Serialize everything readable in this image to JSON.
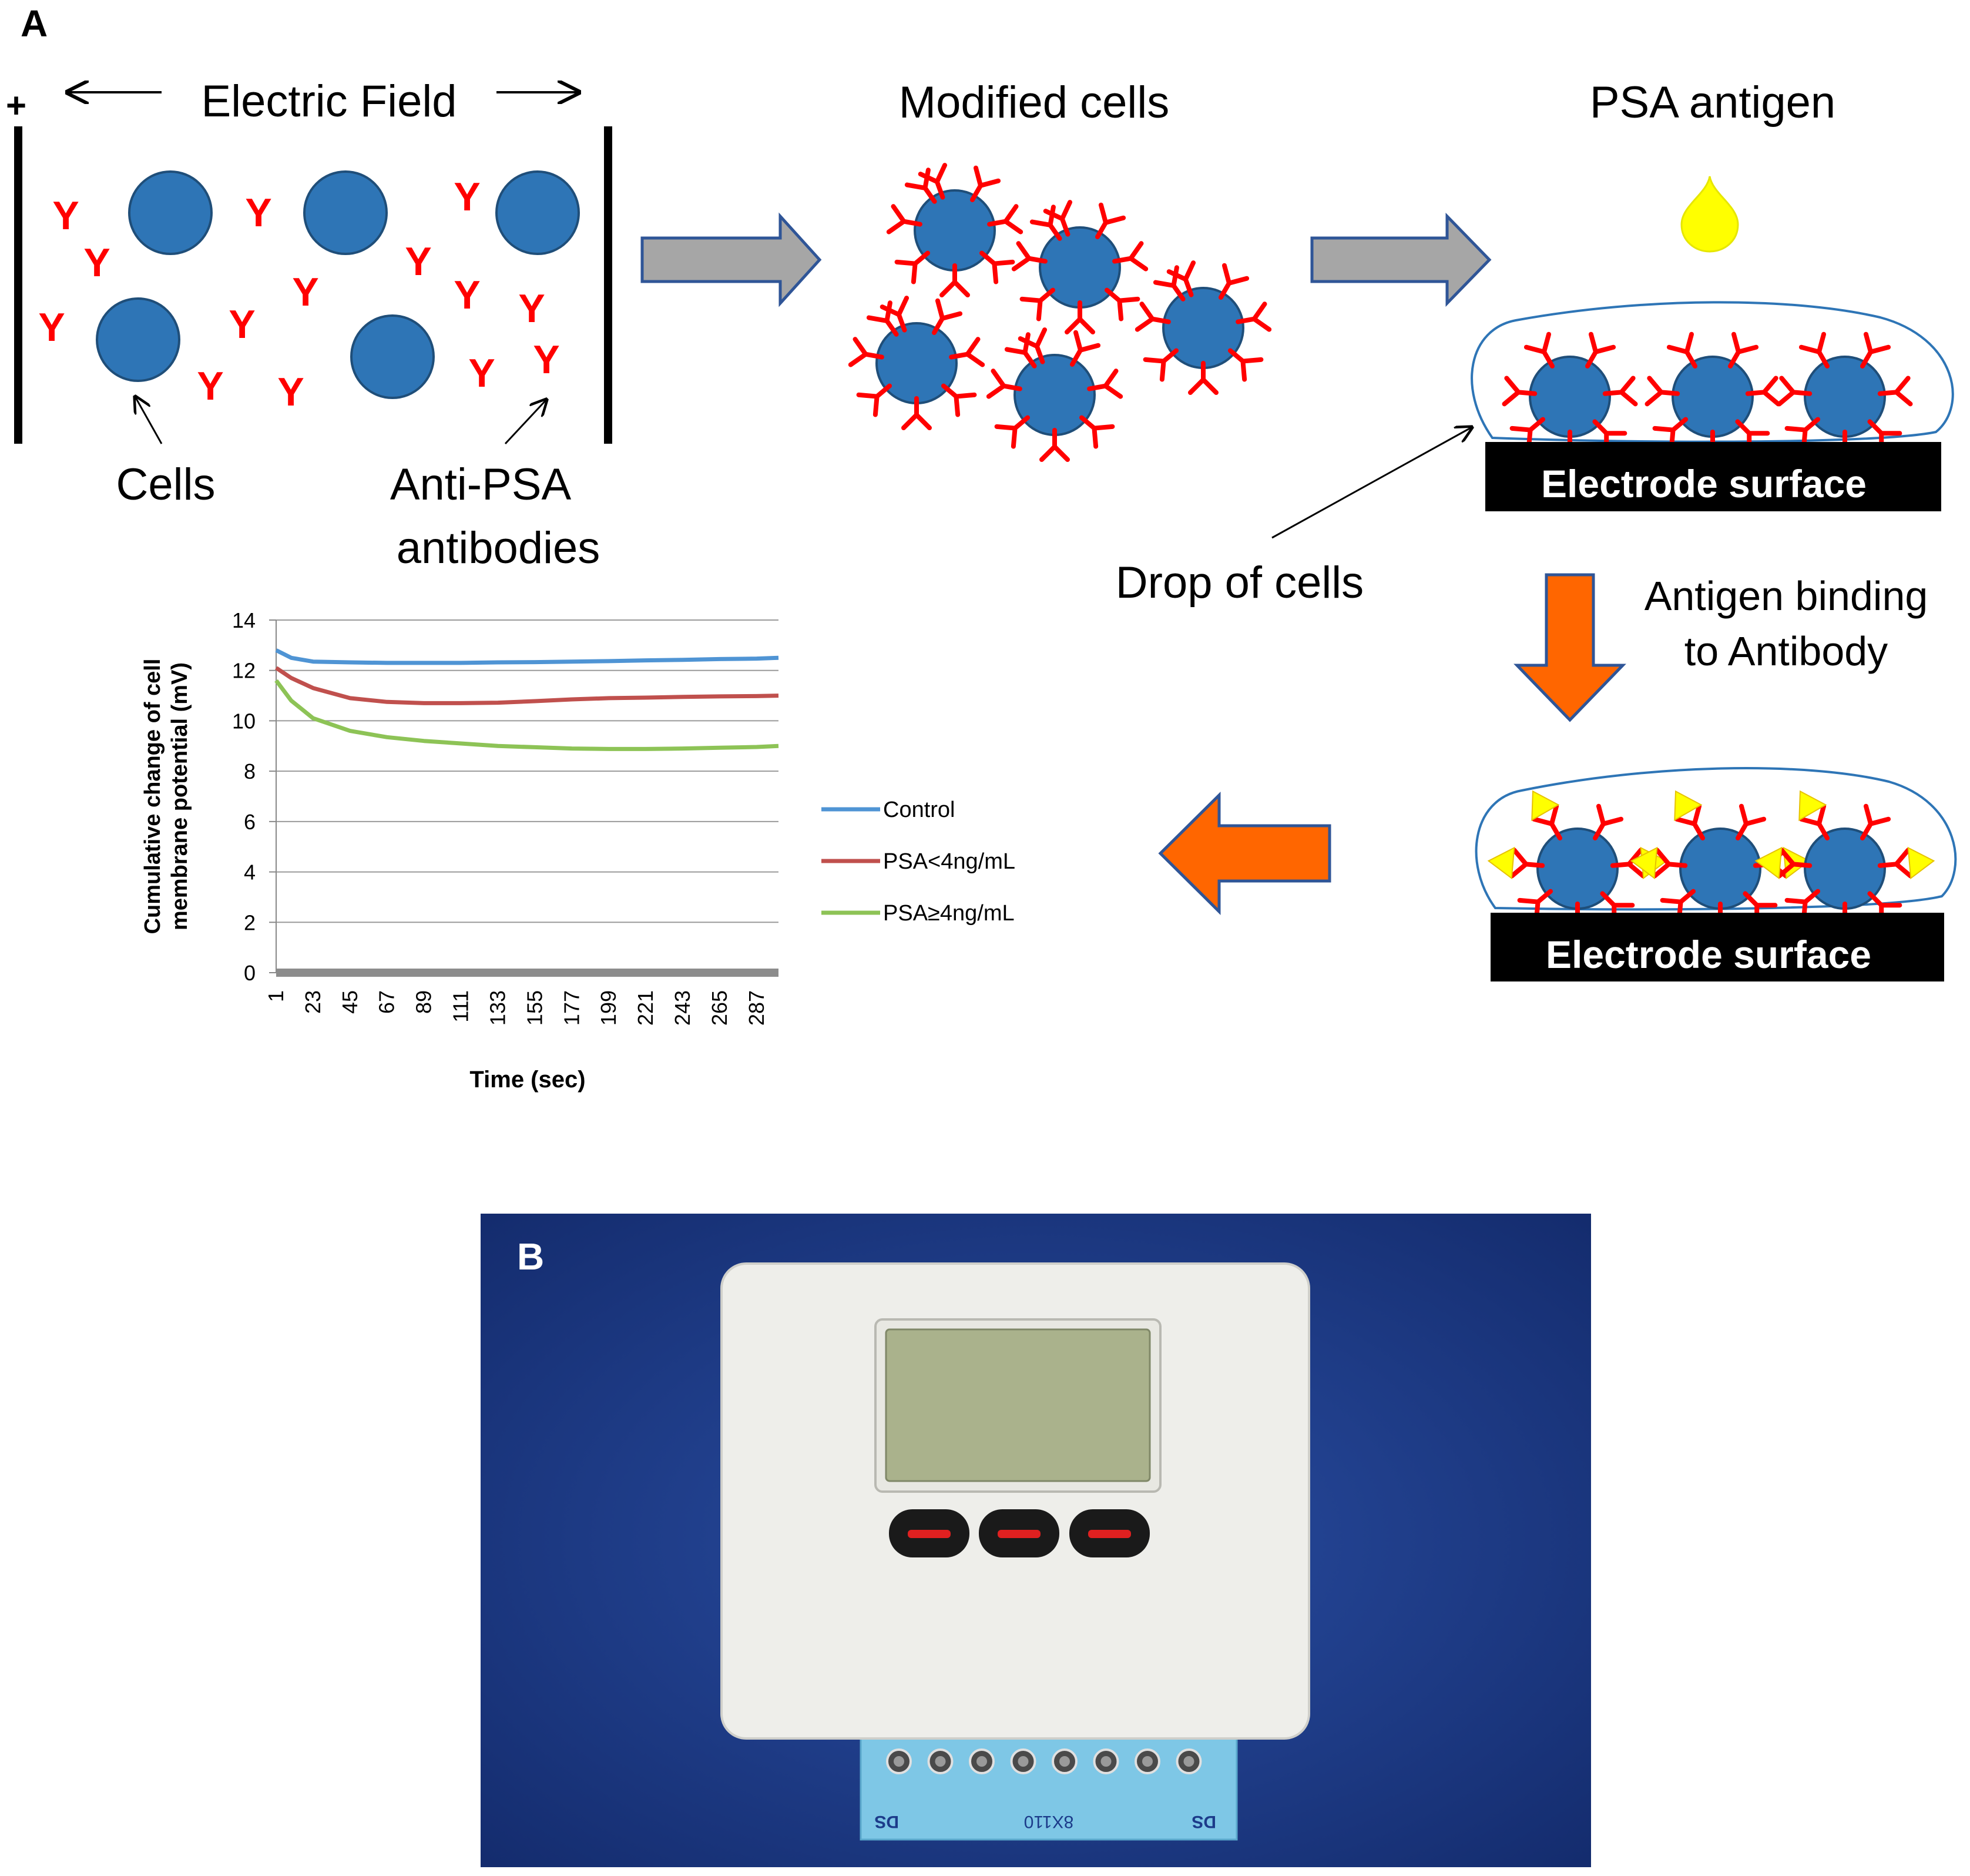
{
  "panel_a": {
    "label": "A",
    "plus_sign": "+",
    "electric_field_label": "Electric Field",
    "modified_cells_label": "Modified cells",
    "psa_antigen_label": "PSA antigen",
    "cells_label": "Cells",
    "anti_psa_line1": "Anti-PSA",
    "anti_psa_line2": "antibodies",
    "antibody_glyph": "Y",
    "drop_of_cells_label": "Drop of cells",
    "electrode_label_top": "Electrode surface",
    "electrode_label_bottom": "Electrode surface",
    "antigen_binding_line1": "Antigen binding",
    "antigen_binding_line2": "to Antibody",
    "colors": {
      "cell_fill": "#2e75b6",
      "cell_stroke": "#1f4e79",
      "antibody": "#ff0000",
      "antigen": "#ffff00",
      "gray_arrow": "#a6a6a6",
      "gray_arrow_stroke": "#2f5597",
      "orange_arrow": "#ff6600",
      "orange_arrow_stroke": "#2f5597",
      "electrode": "#000000",
      "drop_outline": "#2e75b6"
    }
  },
  "chart_data": {
    "type": "line",
    "ylabel_line1": "Cumulative change of cell",
    "ylabel_line2": "membrane potential (mV)",
    "xlabel": "Time (sec)",
    "ylim": [
      0,
      14
    ],
    "yticks": [
      "0",
      "2",
      "4",
      "6",
      "8",
      "10",
      "12",
      "14"
    ],
    "xticks": [
      "1",
      "23",
      "45",
      "67",
      "89",
      "111",
      "133",
      "155",
      "177",
      "199",
      "221",
      "243",
      "265",
      "287"
    ],
    "xlim": [
      1,
      300
    ],
    "grid": true,
    "legend_position": "right",
    "series": [
      {
        "name": "Control",
        "color": "#4f94d4",
        "x": [
          1,
          10,
          23,
          45,
          67,
          89,
          111,
          133,
          155,
          177,
          199,
          221,
          243,
          265,
          287,
          300
        ],
        "y": [
          12.8,
          12.5,
          12.35,
          12.32,
          12.3,
          12.3,
          12.3,
          12.32,
          12.33,
          12.35,
          12.37,
          12.4,
          12.42,
          12.45,
          12.47,
          12.5
        ]
      },
      {
        "name": "PSA<4ng/mL",
        "color": "#c0504d",
        "x": [
          1,
          10,
          23,
          45,
          67,
          89,
          111,
          133,
          155,
          177,
          199,
          221,
          243,
          265,
          287,
          300
        ],
        "y": [
          12.1,
          11.7,
          11.3,
          10.9,
          10.75,
          10.7,
          10.7,
          10.72,
          10.78,
          10.85,
          10.9,
          10.92,
          10.95,
          10.97,
          10.98,
          11.0
        ]
      },
      {
        "name": "PSA≥4ng/mL",
        "color": "#8dc356",
        "x": [
          1,
          10,
          23,
          45,
          67,
          89,
          111,
          133,
          155,
          177,
          199,
          221,
          243,
          265,
          287,
          300
        ],
        "y": [
          11.6,
          10.8,
          10.1,
          9.6,
          9.35,
          9.2,
          9.1,
          9.0,
          8.95,
          8.9,
          8.88,
          8.88,
          8.9,
          8.93,
          8.96,
          9.0
        ]
      }
    ]
  },
  "panel_b": {
    "label": "B",
    "terminal_strip_text_left": "DS",
    "terminal_strip_text_center": "8X110",
    "terminal_strip_text_right": "DS",
    "colors": {
      "background": "#1c3b8a",
      "device_body": "#eeeeea",
      "lcd": "#aab28c",
      "button": "#1a1a1a",
      "button_accent": "#e02020",
      "terminal_strip": "#7ec7e6"
    }
  }
}
